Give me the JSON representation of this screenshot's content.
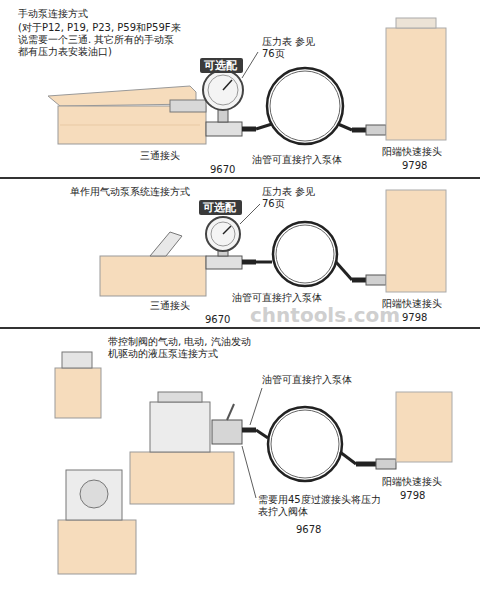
{
  "diagram": {
    "nodes": [
      {
        "text": [
          "可选配"
        ]
      },
      {
        "text": [
          "可选配"
        ]
      }
    ],
    "labels": [
      "手动泵连接方式",
      "(对于P12, P19, P23, P59和P59F来说需要一个三通. 其它所有的手动泵都有压力表安装油口)",
      "压力表 参见76页",
      "三通接头",
      "9670",
      "油管可直接拧入泵体",
      "阳端快速接头",
      "9798",
      "单作用气动泵系统连接方式",
      "压力表 参见76页",
      "油管可直接拧入泵体",
      "阳端快速接头",
      "9798",
      "三通接头",
      "9670",
      "chntools.com",
      "带控制阀的气动, 电动, 汽油发动机驱动的液压泵连接方式",
      "油管可直接拧入泵体",
      "需要用45度过渡接头将压力表拧入阀体",
      "9678",
      "阳端快速接头",
      "9798"
    ]
  }
}
